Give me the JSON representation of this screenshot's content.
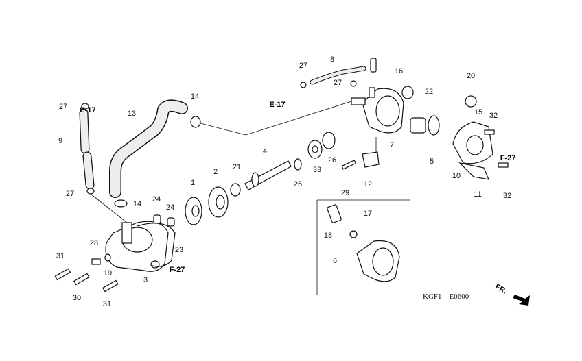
{
  "diagram": {
    "callouts": [
      "27",
      "9",
      "13",
      "14",
      "27",
      "14",
      "24",
      "24",
      "1",
      "2",
      "21",
      "4",
      "25",
      "33",
      "26",
      "8",
      "27",
      "27",
      "16",
      "22",
      "7",
      "5",
      "29",
      "12",
      "20",
      "15",
      "32",
      "10",
      "11",
      "32",
      "17",
      "18",
      "6",
      "28",
      "31",
      "23",
      "19",
      "3",
      "30",
      "31"
    ],
    "references": [
      "E-17",
      "E-17",
      "F-27",
      "F-27"
    ],
    "diagram_code": "KGF1—E0600",
    "direction_marker": "FR."
  }
}
